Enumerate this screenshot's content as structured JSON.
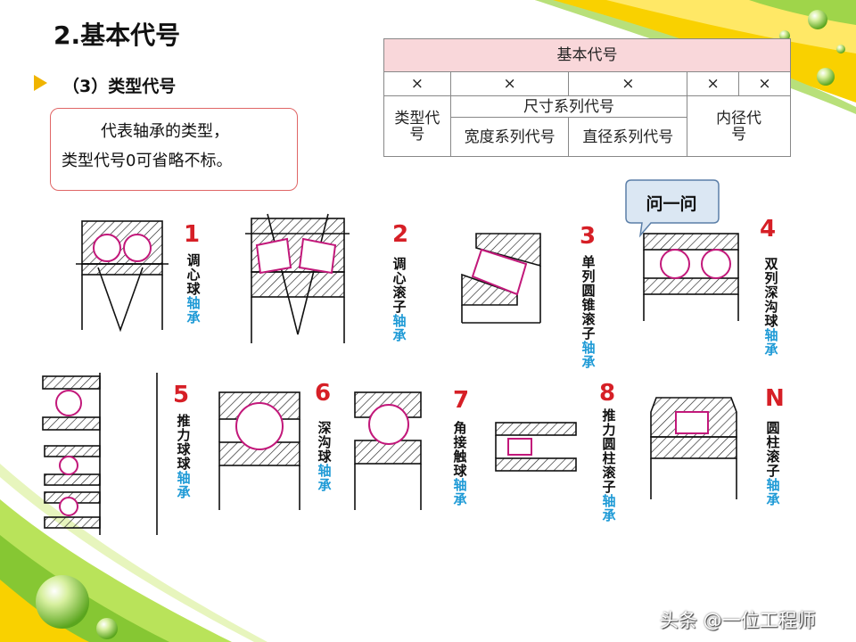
{
  "slide": {
    "title": "2.基本代号",
    "subtitle": "（3）类型代号",
    "note_line1": "代表轴承的类型，",
    "note_line2": "类型代号0可省略不标。",
    "ask_label": "问一问",
    "watermark": "头条 @一位工程师"
  },
  "table": {
    "header": "基本代号",
    "x_row": [
      "×",
      "×",
      "×",
      "×",
      "×"
    ],
    "type_code": "类型代号",
    "size_series": "尺寸系列代号",
    "width_series": "宽度系列代号",
    "diameter_series": "直径系列代号",
    "bore_code": "内径代号"
  },
  "bearings": [
    {
      "num": "1",
      "name": "调心球",
      "suffix": "轴承"
    },
    {
      "num": "2",
      "name": "调心滚子",
      "suffix": "轴承"
    },
    {
      "num": "3",
      "name": "单列圆锥滚子",
      "suffix": "轴承"
    },
    {
      "num": "4",
      "name": "双列深沟球",
      "suffix": "轴承"
    },
    {
      "num": "5",
      "name": "推力球球",
      "suffix": "轴承"
    },
    {
      "num": "6",
      "name": "深沟球",
      "suffix": "轴承"
    },
    {
      "num": "7",
      "name": "角接触球",
      "suffix": "轴承"
    },
    {
      "num": "8",
      "name": "推力圆柱滚子",
      "suffix": "轴承"
    },
    {
      "num": "N",
      "name": "圆柱滚子",
      "suffix": "轴承"
    }
  ],
  "colors": {
    "accent_red": "#d61f26",
    "caption_blue": "#1e9ad6",
    "pink_outline": "#c2187a",
    "green_decor": "#7cc242",
    "yellow_decor": "#f6c800"
  }
}
